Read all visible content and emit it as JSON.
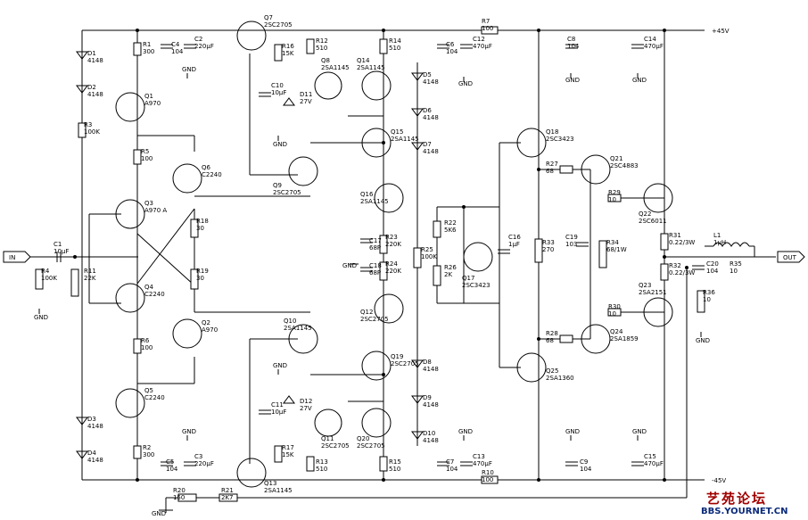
{
  "rails": {
    "positive": "+45V",
    "negative": "-45V"
  },
  "ports": {
    "input": "IN",
    "output": "OUT"
  },
  "components": [
    {
      "id": "D1",
      "label": "D1",
      "value": "4148"
    },
    {
      "id": "D2",
      "label": "D2",
      "value": "4148"
    },
    {
      "id": "D3",
      "label": "D3",
      "value": "4148"
    },
    {
      "id": "D4",
      "label": "D4",
      "value": "4148"
    },
    {
      "id": "R1",
      "label": "R1",
      "value": "300"
    },
    {
      "id": "R2",
      "label": "R2",
      "value": "300"
    },
    {
      "id": "R3",
      "label": "R3",
      "value": "100K"
    },
    {
      "id": "R4",
      "label": "R4",
      "value": "100K"
    },
    {
      "id": "R5",
      "label": "R5",
      "value": "100"
    },
    {
      "id": "R6",
      "label": "R6",
      "value": "100"
    },
    {
      "id": "R7",
      "label": "R7",
      "value": "100"
    },
    {
      "id": "R10",
      "label": "R10",
      "value": "100"
    },
    {
      "id": "R11",
      "label": "R11",
      "value": "22K"
    },
    {
      "id": "R12",
      "label": "R12",
      "value": "510"
    },
    {
      "id": "R13",
      "label": "R13",
      "value": "510"
    },
    {
      "id": "R14",
      "label": "R14",
      "value": "510"
    },
    {
      "id": "R15",
      "label": "R15",
      "value": "510"
    },
    {
      "id": "R16",
      "label": "R16",
      "value": "15K"
    },
    {
      "id": "R17",
      "label": "R17",
      "value": "15K"
    },
    {
      "id": "R18",
      "label": "R18",
      "value": "30"
    },
    {
      "id": "R19",
      "label": "R19",
      "value": "30"
    },
    {
      "id": "R20",
      "label": "R20",
      "value": "150"
    },
    {
      "id": "R21",
      "label": "R21",
      "value": "2K7"
    },
    {
      "id": "R22",
      "label": "R22",
      "value": "5K6"
    },
    {
      "id": "R23",
      "label": "R23",
      "value": "220K"
    },
    {
      "id": "R24",
      "label": "R24",
      "value": "220K"
    },
    {
      "id": "R25",
      "label": "R25",
      "value": "100K"
    },
    {
      "id": "R26",
      "label": "R26",
      "value": "2K"
    },
    {
      "id": "R27",
      "label": "R27",
      "value": "68"
    },
    {
      "id": "R28",
      "label": "R28",
      "value": "68"
    },
    {
      "id": "R29",
      "label": "R29",
      "value": "10"
    },
    {
      "id": "R30",
      "label": "R30",
      "value": "10"
    },
    {
      "id": "R31",
      "label": "R31",
      "value": "0.22/3W"
    },
    {
      "id": "R32",
      "label": "R32",
      "value": "0.22/3W"
    },
    {
      "id": "R33",
      "label": "R33",
      "value": "270"
    },
    {
      "id": "R34",
      "label": "R34",
      "value": "68/1W"
    },
    {
      "id": "R35",
      "label": "R35",
      "value": "10"
    },
    {
      "id": "R36",
      "label": "R36",
      "value": "10"
    },
    {
      "id": "C1",
      "label": "C1",
      "value": "10μF"
    },
    {
      "id": "C2",
      "label": "C2",
      "value": "220μF"
    },
    {
      "id": "C3",
      "label": "C3",
      "value": "220μF"
    },
    {
      "id": "C4",
      "label": "C4",
      "value": "104"
    },
    {
      "id": "C5",
      "label": "C5",
      "value": "104"
    },
    {
      "id": "C6",
      "label": "C6",
      "value": "104"
    },
    {
      "id": "C7",
      "label": "C7",
      "value": "104"
    },
    {
      "id": "C8",
      "label": "C8",
      "value": "104"
    },
    {
      "id": "C9",
      "label": "C9",
      "value": "104"
    },
    {
      "id": "C10",
      "label": "C10",
      "value": "10μF"
    },
    {
      "id": "C11",
      "label": "C11",
      "value": "10μF"
    },
    {
      "id": "C12",
      "label": "C12",
      "value": "470μF"
    },
    {
      "id": "C13",
      "label": "C13",
      "value": "470μF"
    },
    {
      "id": "C14",
      "label": "C14",
      "value": "470μF"
    },
    {
      "id": "C15",
      "label": "C15",
      "value": "470μF"
    },
    {
      "id": "C16",
      "label": "C16",
      "value": "1μF"
    },
    {
      "id": "C17",
      "label": "C17",
      "value": "68P"
    },
    {
      "id": "C18",
      "label": "C18",
      "value": "68P"
    },
    {
      "id": "C19",
      "label": "C19",
      "value": "103"
    },
    {
      "id": "C20",
      "label": "C20",
      "value": "104"
    },
    {
      "id": "L1",
      "label": "L1",
      "value": "1μH"
    },
    {
      "id": "D5",
      "label": "D5",
      "value": "4148"
    },
    {
      "id": "D6",
      "label": "D6",
      "value": "4148"
    },
    {
      "id": "D7",
      "label": "D7",
      "value": "4148"
    },
    {
      "id": "D8",
      "label": "D8",
      "value": "4148"
    },
    {
      "id": "D9",
      "label": "D9",
      "value": "4148"
    },
    {
      "id": "D10",
      "label": "D10",
      "value": "4148"
    },
    {
      "id": "D11",
      "label": "D11",
      "value": "27V"
    },
    {
      "id": "D12",
      "label": "D12",
      "value": "27V"
    },
    {
      "id": "Q1",
      "label": "Q1",
      "value": "A970"
    },
    {
      "id": "Q2",
      "label": "Q2",
      "value": "A970"
    },
    {
      "id": "Q3",
      "label": "Q3",
      "value": "A970 A"
    },
    {
      "id": "Q4",
      "label": "Q4",
      "value": "C2240"
    },
    {
      "id": "Q5",
      "label": "Q5",
      "value": "C2240"
    },
    {
      "id": "Q6",
      "label": "Q6",
      "value": "C2240"
    },
    {
      "id": "Q7",
      "label": "Q7",
      "value": "2SC2705"
    },
    {
      "id": "Q8",
      "label": "Q8",
      "value": "2SA1145"
    },
    {
      "id": "Q9",
      "label": "Q9",
      "value": "2SC2705"
    },
    {
      "id": "Q10",
      "label": "Q10",
      "value": "2SA1145"
    },
    {
      "id": "Q11",
      "label": "Q11",
      "value": "2SC2705"
    },
    {
      "id": "Q12",
      "label": "Q12",
      "value": "2SC2705"
    },
    {
      "id": "Q13",
      "label": "Q13",
      "value": "2SA1145"
    },
    {
      "id": "Q14",
      "label": "Q14",
      "value": "2SA1145"
    },
    {
      "id": "Q15",
      "label": "Q15",
      "value": "2SA1145"
    },
    {
      "id": "Q16",
      "label": "Q16",
      "value": "2SA1145"
    },
    {
      "id": "Q17",
      "label": "Q17",
      "value": "2SC3423"
    },
    {
      "id": "Q18",
      "label": "Q18",
      "value": "2SC3423"
    },
    {
      "id": "Q19",
      "label": "Q19",
      "value": "2SC2705"
    },
    {
      "id": "Q20",
      "label": "Q20",
      "value": "2SC2705"
    },
    {
      "id": "Q21",
      "label": "Q21",
      "value": "2SC4883"
    },
    {
      "id": "Q22",
      "label": "Q22",
      "value": "2SC6011"
    },
    {
      "id": "Q23",
      "label": "Q23",
      "value": "2SA2151"
    },
    {
      "id": "Q24",
      "label": "Q24",
      "value": "2SA1859"
    },
    {
      "id": "Q25",
      "label": "Q25",
      "value": "2SA1360"
    }
  ],
  "ground_label": "GND",
  "watermark": {
    "cn_text": "艺苑论坛",
    "url": "BBS.YOURNET.CN",
    "cn_color": "#a00000",
    "url_color": "#0a2a7a"
  }
}
